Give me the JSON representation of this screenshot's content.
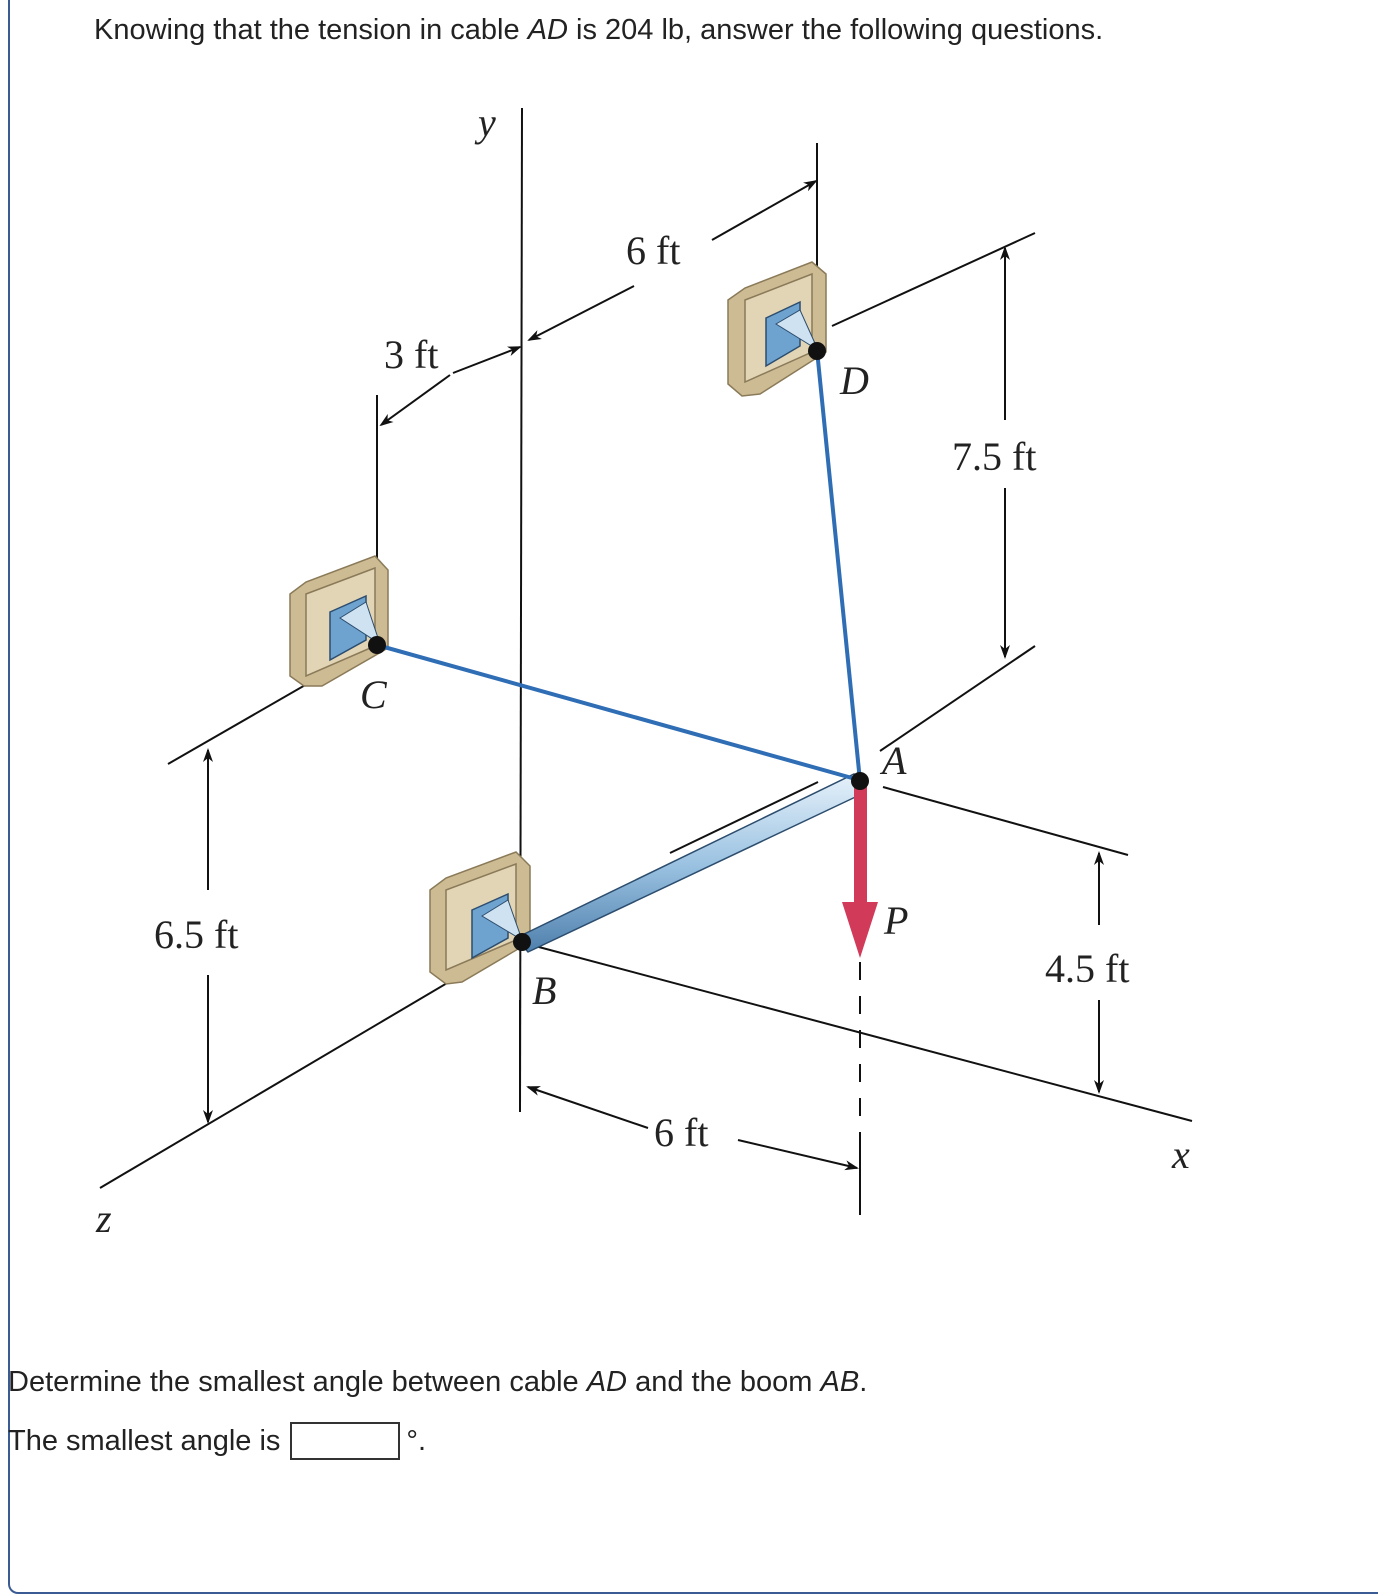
{
  "question": {
    "intro_pre": "Knowing that the tension in cable ",
    "intro_cable": "AD",
    "intro_post": " is 204 lb, answer the following questions.",
    "prompt_pre": "Determine the smallest angle between cable ",
    "prompt_cable": "AD",
    "prompt_mid": " and the boom ",
    "prompt_boom": "AB",
    "prompt_post": ".",
    "answer_label": "The smallest angle is",
    "answer_value": "",
    "answer_unit": "°."
  },
  "figure": {
    "axes": {
      "y": "y",
      "z": "z",
      "x": "x"
    },
    "points": {
      "A": "A",
      "B": "B",
      "C": "C",
      "D": "D"
    },
    "force_label": "P",
    "dimensions": {
      "top_6ft": "6 ft",
      "top_3ft": "3 ft",
      "right_7_5ft": "7.5 ft",
      "left_6_5ft": "6.5 ft",
      "right_4_5ft": "4.5 ft",
      "bottom_6ft": "6 ft"
    },
    "colors": {
      "cable": "#2f6db5",
      "force": "#d23a5a",
      "boom": "#a9cbe6",
      "bracket": "#d9c9a6"
    }
  }
}
